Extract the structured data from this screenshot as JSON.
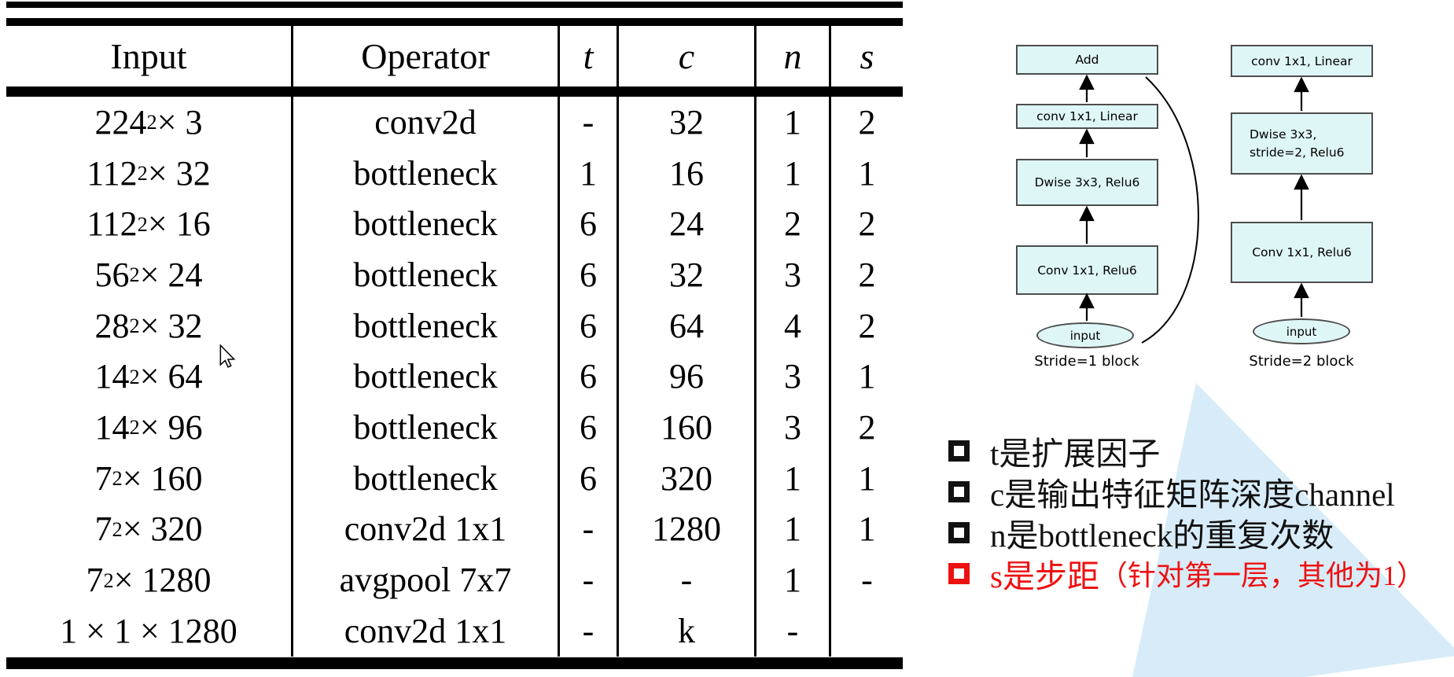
{
  "table": {
    "headers": [
      "Input",
      "Operator",
      "t",
      "c",
      "n",
      "s"
    ],
    "rows": [
      {
        "input": "224² × 3",
        "operator": "conv2d",
        "t": "-",
        "c": "32",
        "n": "1",
        "s": "2"
      },
      {
        "input": "112² × 32",
        "operator": "bottleneck",
        "t": "1",
        "c": "16",
        "n": "1",
        "s": "1"
      },
      {
        "input": "112² × 16",
        "operator": "bottleneck",
        "t": "6",
        "c": "24",
        "n": "2",
        "s": "2"
      },
      {
        "input": "56² × 24",
        "operator": "bottleneck",
        "t": "6",
        "c": "32",
        "n": "3",
        "s": "2"
      },
      {
        "input": "28² × 32",
        "operator": "bottleneck",
        "t": "6",
        "c": "64",
        "n": "4",
        "s": "2"
      },
      {
        "input": "14² × 64",
        "operator": "bottleneck",
        "t": "6",
        "c": "96",
        "n": "3",
        "s": "1"
      },
      {
        "input": "14² × 96",
        "operator": "bottleneck",
        "t": "6",
        "c": "160",
        "n": "3",
        "s": "2"
      },
      {
        "input": "7² × 160",
        "operator": "bottleneck",
        "t": "6",
        "c": "320",
        "n": "1",
        "s": "1"
      },
      {
        "input": "7² × 320",
        "operator": "conv2d 1x1",
        "t": "-",
        "c": "1280",
        "n": "1",
        "s": "1"
      },
      {
        "input": "7² × 1280",
        "operator": "avgpool 7x7",
        "t": "-",
        "c": "-",
        "n": "1",
        "s": "-"
      },
      {
        "input": "1 × 1 × 1280",
        "operator": "conv2d 1x1",
        "t": "-",
        "c": "k",
        "n": "-",
        "s": ""
      }
    ]
  },
  "diagrams": {
    "stride1": {
      "add": "Add",
      "conv_linear": "conv 1x1, Linear",
      "dwise": "Dwise 3x3, Relu6",
      "conv": "Conv 1x1, Relu6",
      "input": "input",
      "caption": "Stride=1 block"
    },
    "stride2": {
      "conv_linear": "conv 1x1, Linear",
      "dwise_line1": "Dwise 3x3,",
      "dwise_line2": "stride=2, Relu6",
      "conv": "Conv 1x1, Relu6",
      "input": "input",
      "caption": "Stride=2 block"
    }
  },
  "bullets": [
    {
      "label": "t是扩展因子",
      "note": "",
      "color": "#111111"
    },
    {
      "label": "c是输出特征矩阵深度channel",
      "note": "",
      "color": "#111111"
    },
    {
      "label": "n是bottleneck的重复次数",
      "note": "",
      "color": "#111111"
    },
    {
      "label": "s是步距",
      "note": "（针对第一层，其他为1）",
      "color": "#ee1111"
    }
  ],
  "colors": {
    "box_fill": "#dff6f7",
    "box_border": "#4d4d4d",
    "watermark_blue": "#d7ecf8",
    "bullet_red": "#ee1111"
  }
}
